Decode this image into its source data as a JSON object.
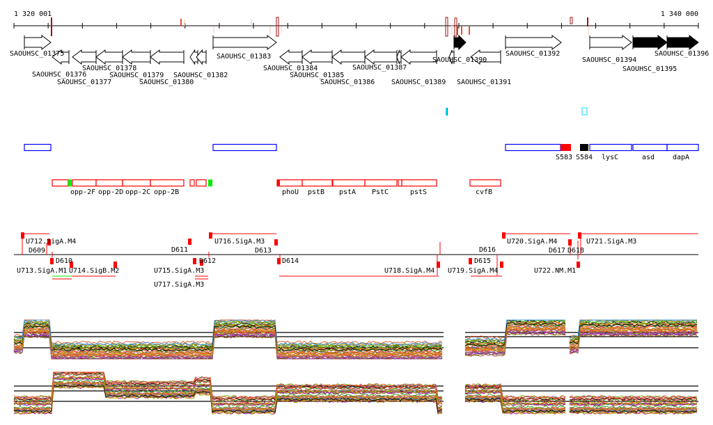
{
  "ruler": {
    "start_label": "1 320 001",
    "end_label": "1 340 000"
  },
  "genes": [
    "SAOUHSC_01375",
    "SAOUHSC_01376",
    "SAOUHSC_01377",
    "SAOUHSC_01378",
    "SAOUHSC_01379",
    "SAOUHSC_01380",
    "SAOUHSC_01382",
    "SAOUHSC_01383",
    "SAOUHSC_01384",
    "SAOUHSC_01385",
    "SAOUHSC_01386",
    "SAOUHSC_01387",
    "SAOUHSC_01389",
    "SAOUHSC_01390",
    "SAOUHSC_01391",
    "SAOUHSC_01392",
    "SAOUHSC_01394",
    "SAOUHSC_01395",
    "SAOUHSC_01396"
  ],
  "blue_features": [
    "S583",
    "S584",
    "lysC",
    "asd",
    "dapA"
  ],
  "red_features": [
    "opp-2F",
    "opp-2D",
    "opp-2C",
    "opp-2B",
    "phoU",
    "pstB",
    "pstA",
    "PstC",
    "pstS",
    "cvfB"
  ],
  "signals": [
    "U712.SigA.M4",
    "D609",
    "D610",
    "U713.SigA.M1",
    "U714.SigB.M2",
    "U715.SigA.M3",
    "U717.SigA.M3",
    "D611",
    "D612",
    "U716.SigA.M3",
    "D613",
    "D614",
    "U718.SigA.M4",
    "U719.SigA.M4",
    "D615",
    "D616",
    "U720.SigA.M4",
    "D617",
    "D618",
    "U721.SigA.M3",
    "U722.NM.M1"
  ],
  "colors": {
    "axis": "#000000",
    "blue_box": "#0000ff",
    "red_box": "#ff0000",
    "green": "#00ee00",
    "cyan": "#00e5ee"
  }
}
